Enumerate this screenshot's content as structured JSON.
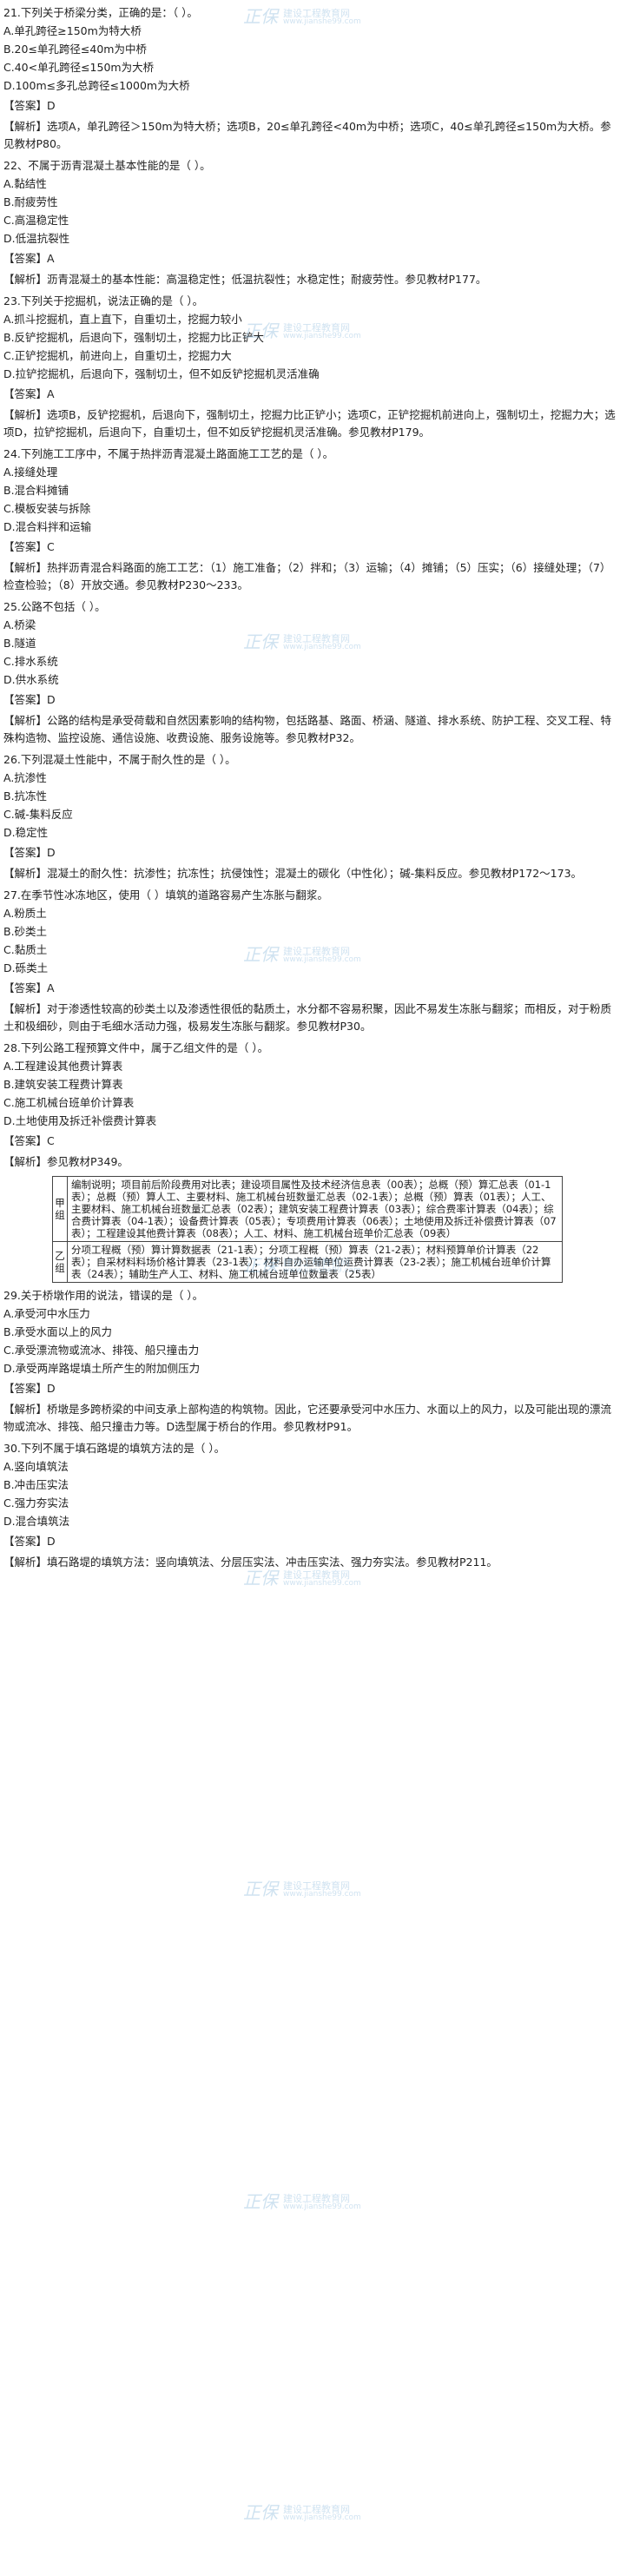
{
  "watermark": {
    "logo": "正保",
    "site_name": "建设工程教育网",
    "site_url": "www.jianshe99.com"
  },
  "questions": [
    {
      "stem": "21.下列关于桥梁分类，正确的是：（ ）。",
      "options": [
        "A.单孔跨径≥150m为特大桥",
        "B.20≤单孔跨径≤40m为中桥",
        "C.40<单孔跨径≤150m为大桥",
        "D.100m≤多孔总跨径≤1000m为大桥"
      ],
      "answer": "【答案】D",
      "explanation": "【解析】选项A，单孔跨径＞150m为特大桥；选项B，20≤单孔跨径<40m为中桥；选项C，40≤单孔跨径≤150m为大桥。参见教材P80。"
    },
    {
      "stem": "22、不属于沥青混凝土基本性能的是（ ）。",
      "options": [
        "A.黏结性",
        "B.耐疲劳性",
        "C.高温稳定性",
        "D.低温抗裂性"
      ],
      "answer": "【答案】A",
      "explanation": "【解析】沥青混凝土的基本性能：高温稳定性；低温抗裂性；水稳定性；耐疲劳性。参见教材P177。"
    },
    {
      "stem": "23.下列关于挖掘机，说法正确的是（ ）。",
      "options": [
        "A.抓斗挖掘机，直上直下，自重切土，挖掘力较小",
        "B.反铲挖掘机，后退向下，强制切土，挖掘力比正铲大",
        "C.正铲挖掘机，前进向上，自重切土，挖掘力大",
        "D.拉铲挖掘机，后退向下，强制切土，但不如反铲挖掘机灵活准确"
      ],
      "answer": "【答案】A",
      "explanation": "【解析】选项B，反铲挖掘机，后退向下，强制切土，挖掘力比正铲小；选项C，正铲挖掘机前进向上，强制切土，挖掘力大；选项D，拉铲挖掘机，后退向下，自重切土，但不如反铲挖掘机灵活准确。参见教材P179。"
    },
    {
      "stem": "24.下列施工工序中，不属于热拌沥青混凝土路面施工工艺的是（ ）。",
      "options": [
        "A.接缝处理",
        "B.混合料摊铺",
        "C.模板安装与拆除",
        "D.混合料拌和运输"
      ],
      "answer": "【答案】C",
      "explanation": "【解析】热拌沥青混合料路面的施工工艺：（1）施工准备；（2）拌和；（3）运输；（4）摊铺；（5）压实；（6）接缝处理；（7）检查检验；（8）开放交通。参见教材P230～233。"
    },
    {
      "stem": "25.公路不包括（ ）。",
      "options": [
        "A.桥梁",
        "B.隧道",
        "C.排水系统",
        "D.供水系统"
      ],
      "answer": "【答案】D",
      "explanation": "【解析】公路的结构是承受荷载和自然因素影响的结构物，包括路基、路面、桥涵、隧道、排水系统、防护工程、交叉工程、特殊构造物、监控设施、通信设施、收费设施、服务设施等。参见教材P32。"
    },
    {
      "stem": "26.下列混凝土性能中，不属于耐久性的是（ ）。",
      "options": [
        "A.抗渗性",
        "B.抗冻性",
        "C.碱-集料反应",
        "D.稳定性"
      ],
      "answer": "【答案】D",
      "explanation": "【解析】混凝土的耐久性：抗渗性；抗冻性；抗侵蚀性；混凝土的碳化（中性化）；碱-集料反应。参见教材P172～173。"
    },
    {
      "stem": "27.在季节性冰冻地区，使用（ ）填筑的道路容易产生冻胀与翻浆。",
      "options": [
        "A.粉质土",
        "B.砂类土",
        "C.黏质土",
        "D.砾类土"
      ],
      "answer": "【答案】A",
      "explanation": "【解析】对于渗透性较高的砂类土以及渗透性很低的黏质土，水分都不容易积聚，因此不易发生冻胀与翻浆；而相反，对于粉质土和极细砂，则由于毛细水活动力强，极易发生冻胀与翻浆。参见教材P30。"
    },
    {
      "stem": "28.下列公路工程预算文件中，属于乙组文件的是（ ）。",
      "options": [
        "A.工程建设其他费计算表",
        "B.建筑安装工程费计算表",
        "C.施工机械台班单价计算表",
        "D.土地使用及拆迁补偿费计算表"
      ],
      "answer": "【答案】C",
      "explanation": "【解析】参见教材P349。",
      "table": [
        {
          "group": "甲组",
          "content": "编制说明；项目前后阶段费用对比表；建设项目属性及技术经济信息表（00表）；总概（预）算汇总表（01-1表）；总概（预）算人工、主要材料、施工机械台班数量汇总表（02-1表）；总概（预）算表（01表）；人工、主要材料、施工机械台班数量汇总表（02表）；建筑安装工程费计算表（03表）；综合费率计算表（04表）；综合费计算表（04-1表）；设备费计算表（05表）；专项费用计算表（06表）；土地使用及拆迁补偿费计算表（07表）；工程建设其他费计算表（08表）；人工、材料、施工机械台班单价汇总表（09表）"
        },
        {
          "group": "乙组",
          "content": "分项工程概（预）算计算数据表（21-1表）；分项工程概（预）算表（21-2表）；材料预算单价计算表（22表）；自采材料料场价格计算表（23-1表）；材料自办运输单位运费计算表（23-2表）；施工机械台班单价计算表（24表）；辅助生产人工、材料、施工机械台班单位数量表（25表）"
        }
      ]
    },
    {
      "stem": "29.关于桥墩作用的说法，错误的是（ ）。",
      "options": [
        "A.承受河中水压力",
        "B.承受水面以上的风力",
        "C.承受漂流物或流冰、排筏、船只撞击力",
        "D.承受两岸路堤填土所产生的附加侧压力"
      ],
      "answer": "【答案】D",
      "explanation": "【解析】桥墩是多跨桥梁的中间支承上部构造的构筑物。因此，它还要承受河中水压力、水面以上的风力，以及可能出现的漂流物或流冰、排筏、船只撞击力等。D选型属于桥台的作用。参见教材P91。"
    },
    {
      "stem": "30.下列不属于填石路堤的填筑方法的是（ ）。",
      "options": [
        "A.竖向填筑法",
        "B.冲击压实法",
        "C.强力夯实法",
        "D.混合填筑法"
      ],
      "answer": "【答案】D",
      "explanation": "【解析】填石路堤的填筑方法：竖向填筑法、分层压实法、冲击压实法、强力夯实法。参见教材P211。"
    }
  ]
}
